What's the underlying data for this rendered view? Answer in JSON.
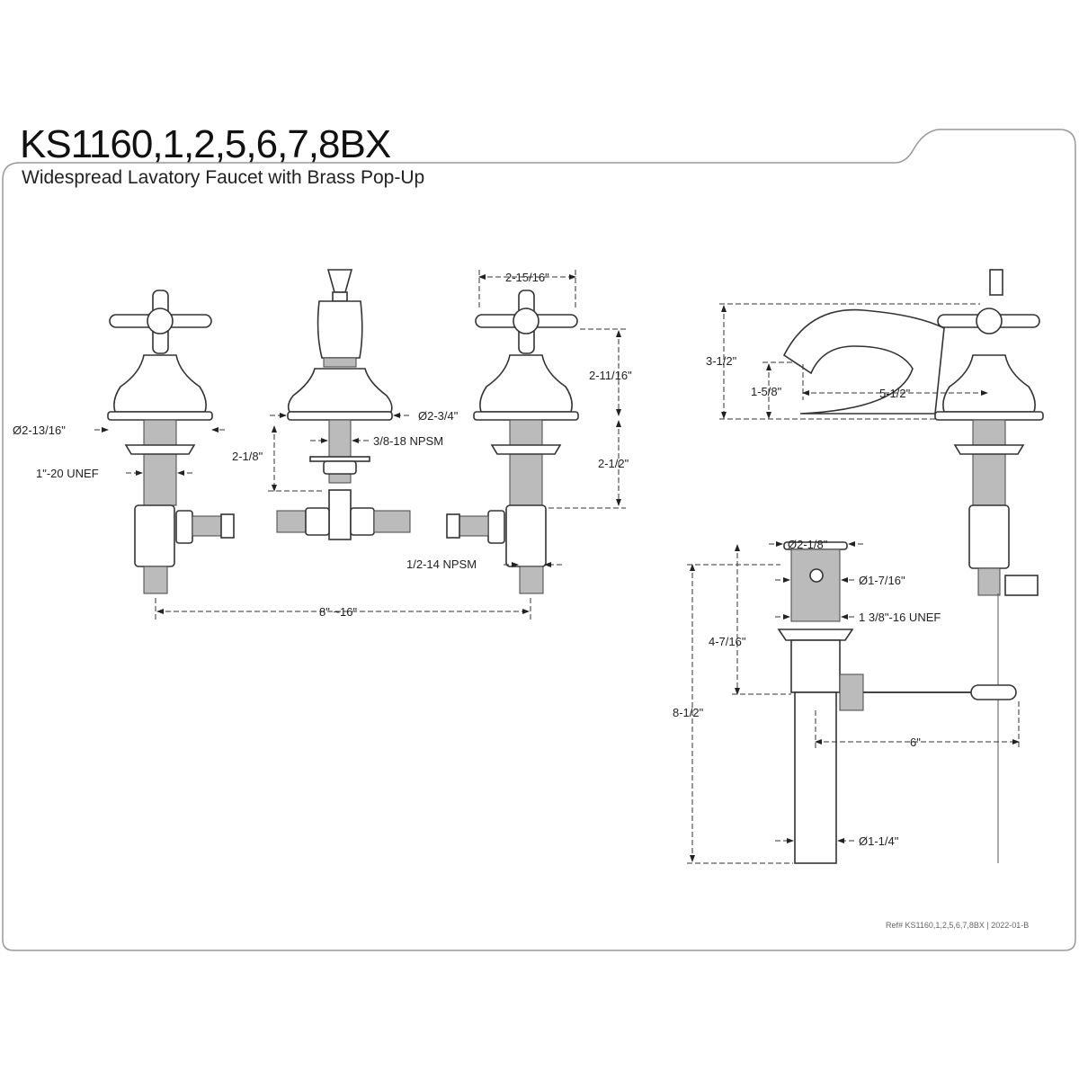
{
  "header": {
    "title": "KS1160,1,2,5,6,7,8BX",
    "subtitle": "Widespread Lavatory Faucet with Brass Pop-Up"
  },
  "dimensions": {
    "left_flange_dia": "Ø2-13/16\"",
    "left_thread": "1\"-20 UNEF",
    "spout_base_dia": "Ø2-3/4\"",
    "spout_thread": "3/8-18 NPSM",
    "spout_shank": "2-1/8\"",
    "handle_width": "2-15/16\"",
    "handle_height": "2-11/16\"",
    "shank_length": "2-1/2\"",
    "inlet_thread": "1/2-14 NPSM",
    "spread": "8\" ~16\"",
    "faucet_height": "3-1/2\"",
    "spout_clearance": "1-5/8\"",
    "spout_reach": "5-1/2\"",
    "popup_flange_dia": "Ø2-1/8\"",
    "popup_stopper_dia": "Ø1-7/16\"",
    "popup_thread": "1 3/8\"-16 UNEF",
    "popup_body_length": "4-7/16\"",
    "popup_total_length": "8-1/2\"",
    "popup_rod_length": "6\"",
    "tailpiece_dia": "Ø1-1/4\""
  },
  "footer": {
    "reference": "Ref# KS1160,1,2,5,6,7,8BX | 2022-01-B"
  }
}
